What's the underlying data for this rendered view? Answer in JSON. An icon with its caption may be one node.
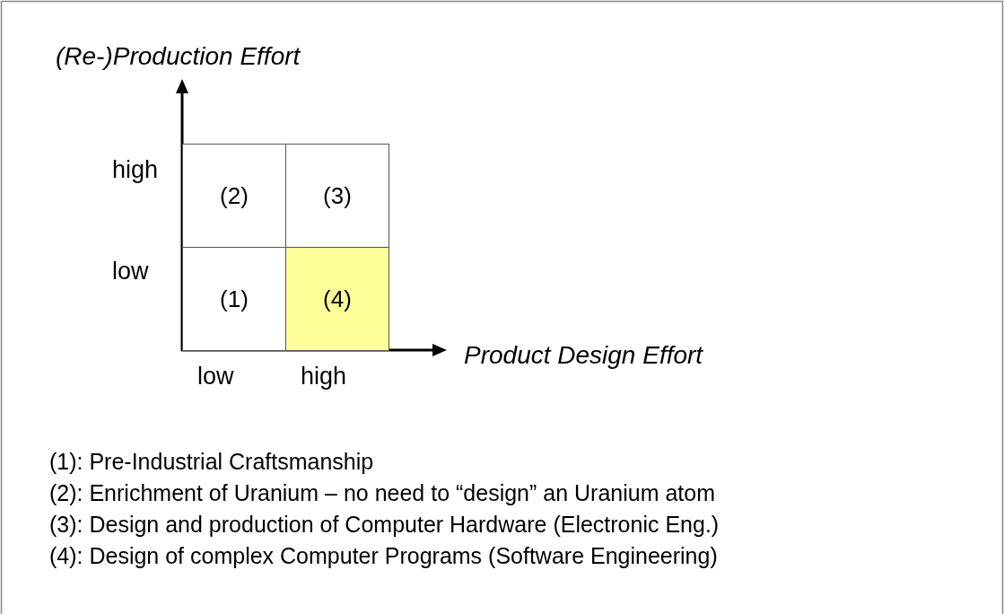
{
  "diagram": {
    "nodes": [
      {
        "text": [
          "(2)"
        ]
      },
      {
        "text": [
          "(3)"
        ]
      },
      {
        "text": [
          "(1)"
        ]
      },
      {
        "text": [
          "(4)"
        ]
      }
    ],
    "labels": [
      "(Re-)Production Effort",
      "high",
      "low",
      "Product Design Effort",
      "low",
      "high",
      "(1): Pre-Industrial Craftsmanship",
      "(2): Enrichment of Uranium – no need to “design” an Uranium atom",
      "(3): Design and production of Computer Hardware (Electronic Eng.)",
      "(4): Design of complex Computer Programs (Software Engineering)"
    ]
  }
}
